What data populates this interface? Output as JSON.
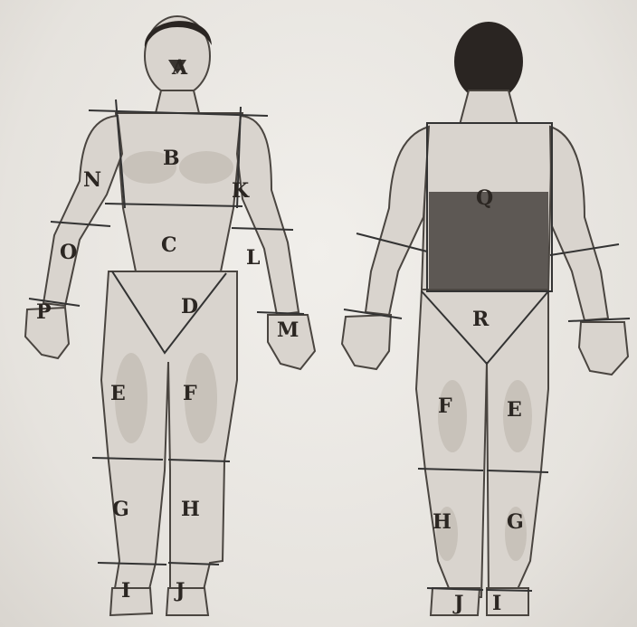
{
  "front": {
    "labels": [
      "A",
      "B",
      "C",
      "D",
      "E",
      "F",
      "G",
      "H",
      "I",
      "J",
      "K",
      "L",
      "M",
      "N",
      "O",
      "P"
    ]
  },
  "back": {
    "labels": [
      "Q",
      "R",
      "F",
      "E",
      "H",
      "G",
      "J",
      "I"
    ]
  }
}
